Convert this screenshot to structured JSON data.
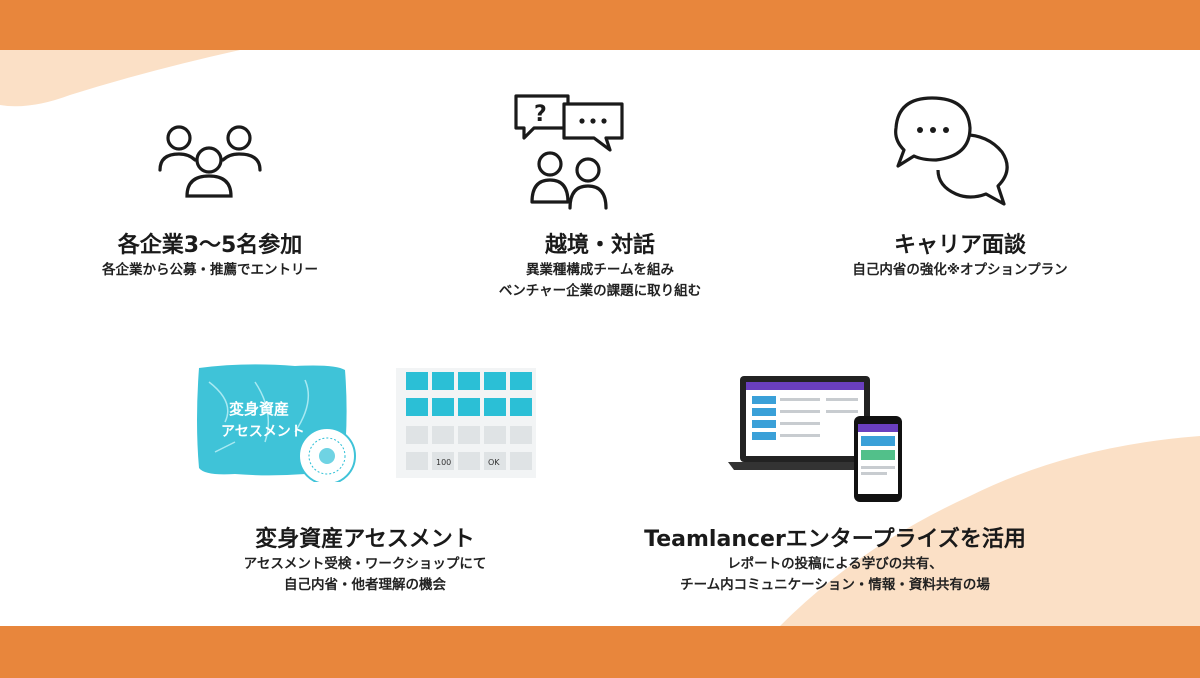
{
  "colors": {
    "accent": "#e8863c",
    "accent_light": "#fbe3cd",
    "teal": "#2bbfd6"
  },
  "features": [
    {
      "icon": "group-people-icon",
      "title": "各企業3〜5名参加",
      "desc": [
        "各企業から公募・推薦でエントリー"
      ]
    },
    {
      "icon": "dialogue-icon",
      "title": "越境・対話",
      "desc": [
        "異業種構成チームを組み",
        "ベンチャー企業の課題に取り組む"
      ]
    },
    {
      "icon": "chat-bubbles-icon",
      "title": "キャリア面談",
      "desc": [
        "自己内省の強化※オプションプラン"
      ]
    },
    {
      "icon": "assessment-cards-image",
      "title": "変身資産アセスメント",
      "desc": [
        "アセスメント受検・ワークショップにて",
        "自己内省・他者理解の機会"
      ]
    },
    {
      "icon": "devices-image",
      "title": "Teamlancerエンタープライズを活用",
      "desc": [
        "レポートの投稿による学びの共有、",
        "チーム内コミュニケーション・情報・資料共有の場"
      ]
    }
  ],
  "assessment_card": {
    "line1": "変身資産",
    "line2": "アセスメント"
  },
  "grid_labels": [
    "OK",
    "100"
  ]
}
